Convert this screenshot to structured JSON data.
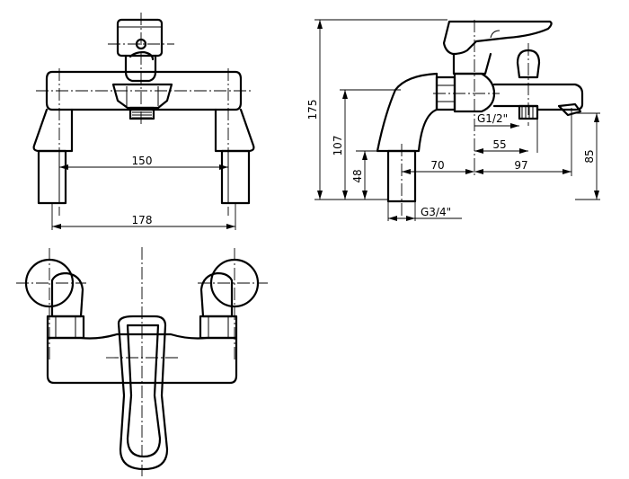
{
  "front_view": {
    "dimensions": {
      "centers_width": "150",
      "overall_width": "178"
    }
  },
  "side_view": {
    "dimensions": {
      "total_height": "175",
      "body_height": "107",
      "leg_height": "48",
      "spout_height": "85",
      "leg_offset": "70",
      "spout_reach": "97",
      "shower_outlet_offset": "55",
      "shower_thread": "G1/2\"",
      "inlet_thread": "G3/4\""
    }
  },
  "top_view": {}
}
